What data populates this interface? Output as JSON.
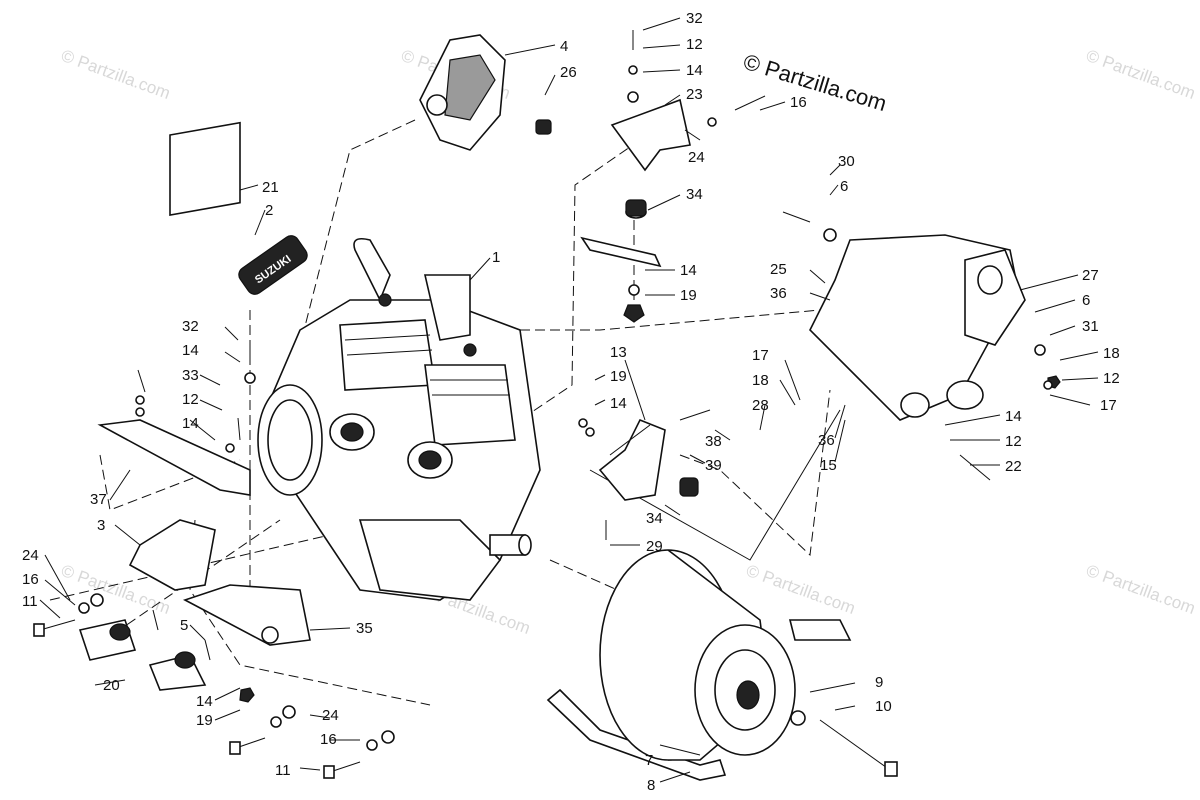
{
  "copyright": "© Partzilla.com",
  "watermark": "© Partzilla.com",
  "callouts": {
    "c1": "1",
    "c2": "2",
    "c3": "3",
    "c4": "4",
    "c5": "5",
    "c6a": "6",
    "c6b": "6",
    "c7": "7",
    "c8": "8",
    "c9": "9",
    "c10": "10",
    "c11a": "11",
    "c11b": "11",
    "c12a": "12",
    "c12b": "12",
    "c12c": "12",
    "c12d": "12",
    "c13": "13",
    "c14a": "14",
    "c14b": "14",
    "c14c": "14",
    "c14d": "14",
    "c14e": "14",
    "c14f": "14",
    "c14g": "14",
    "c15": "15",
    "c16a": "16",
    "c16b": "16",
    "c16c": "16",
    "c17a": "17",
    "c17b": "17",
    "c18a": "18",
    "c18b": "18",
    "c19a": "19",
    "c19b": "19",
    "c19c": "19",
    "c20": "20",
    "c21": "21",
    "c22": "22",
    "c23": "23",
    "c24a": "24",
    "c24b": "24",
    "c24c": "24",
    "c25": "25",
    "c26": "26",
    "c27": "27",
    "c28": "28",
    "c29": "29",
    "c30": "30",
    "c31": "31",
    "c32a": "32",
    "c32b": "32",
    "c33": "33",
    "c34a": "34",
    "c34b": "34",
    "c35": "35",
    "c36a": "36",
    "c36b": "36",
    "c37": "37",
    "c38": "38",
    "c39": "39"
  },
  "decal_text": "SUZUKI"
}
